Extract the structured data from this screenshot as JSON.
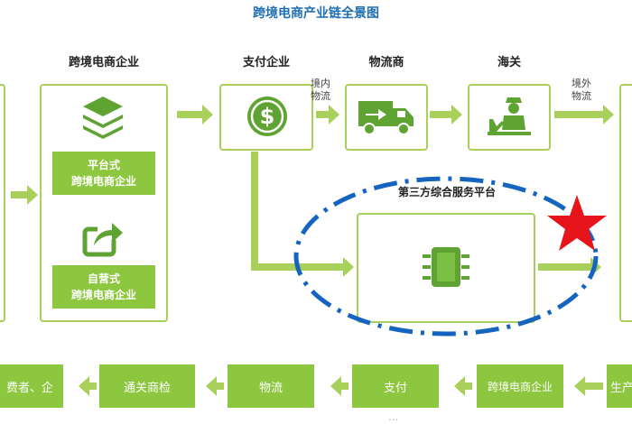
{
  "title": "跨境电商产业链全景图",
  "headers": {
    "ecommerce": "跨境电商企业",
    "payment": "支付企业",
    "logistics": "物流商",
    "customs": "海关"
  },
  "labels": {
    "domestic_logistics": [
      "境内",
      "物流"
    ],
    "overseas_logistics": [
      "境外",
      "物流"
    ],
    "third_party_platform": "第三方综合服务平台"
  },
  "ecommerce_boxes": {
    "platform": [
      "平台式",
      "跨境电商企业"
    ],
    "self_operated": [
      "自营式",
      "跨境电商企业"
    ]
  },
  "bottom_flow": [
    "费者、企",
    "通关商检",
    "物流",
    "支付",
    "跨境电商企业",
    "生产"
  ],
  "watermark": "...",
  "colors": {
    "accent": "#8dc63f",
    "border": "#a8d05a",
    "title": "#1f6fb2",
    "ellipse": "#1565c0",
    "star": "#e8141c"
  },
  "icons": [
    "stack-icon",
    "share-icon",
    "dollar-icon",
    "truck-icon",
    "customs-officer-icon",
    "chip-icon",
    "star-icon"
  ]
}
